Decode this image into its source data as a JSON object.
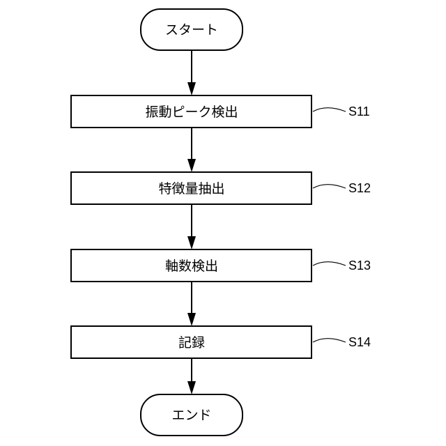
{
  "flowchart": {
    "start": {
      "label": "スタート"
    },
    "steps": [
      {
        "label": "振動ピーク検出",
        "id": "S11"
      },
      {
        "label": "特徴量抽出",
        "id": "S12"
      },
      {
        "label": "軸数検出",
        "id": "S13"
      },
      {
        "label": "記録",
        "id": "S14"
      }
    ],
    "end": {
      "label": "エンド"
    }
  },
  "colors": {
    "line": "#000000",
    "fill": "#ffffff"
  }
}
